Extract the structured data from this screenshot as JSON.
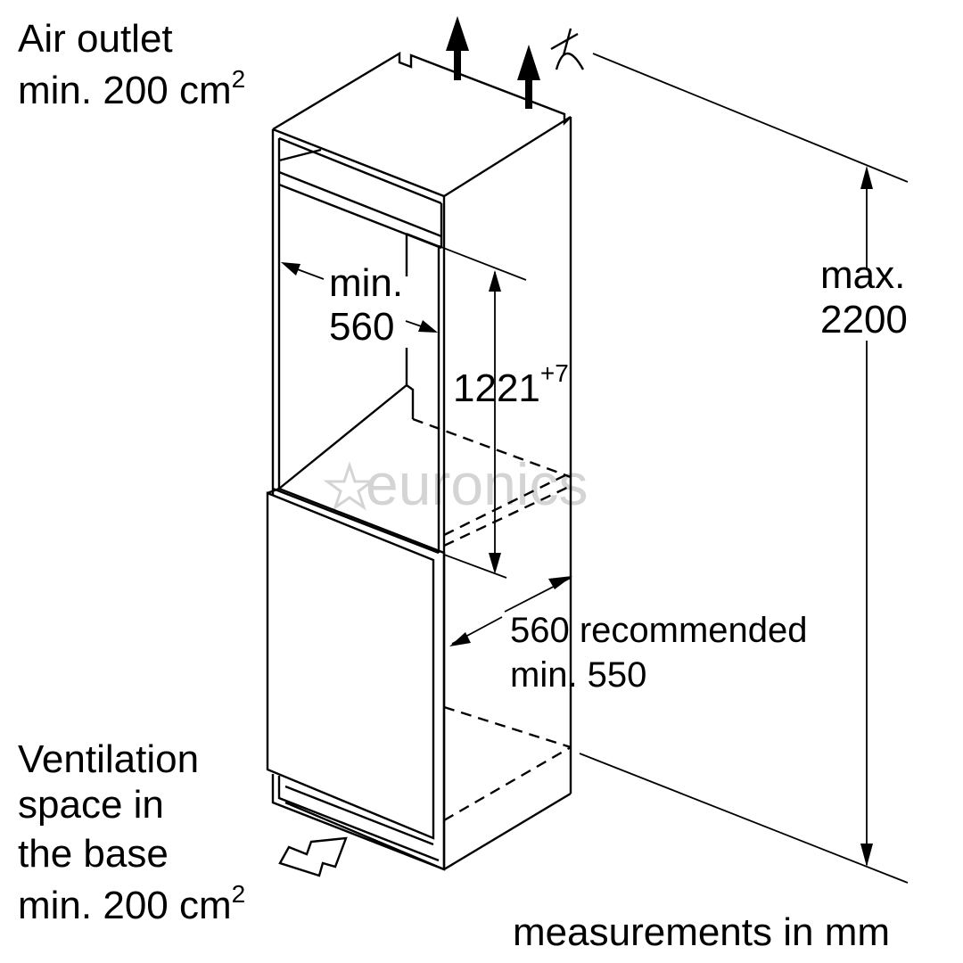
{
  "labels": {
    "air_outlet_line1": "Air outlet",
    "air_outlet_line2": "min. 200 cm",
    "air_outlet_sup": "2",
    "width_min_line1": "min.",
    "width_min_line2": "560",
    "niche_height_main": "1221",
    "niche_height_tolerance": "+7",
    "max_height_line1": "max.",
    "max_height_line2": "2200",
    "depth_line1": "560 recommended",
    "depth_line2": "min. 550",
    "ventilation_line1": "Ventilation",
    "ventilation_line2": "space in",
    "ventilation_line3": "the base",
    "ventilation_line4": "min. 200 cm",
    "ventilation_sup": "2",
    "units_note": "measurements in mm"
  },
  "watermark": {
    "text": "euronics",
    "color": "#d4d4d4"
  },
  "icons": {
    "air_out_arrows": "arrow-up-icon",
    "air_in_arrow": "arrow-right-icon",
    "ceiling_symbol": "ceiling-mark-icon",
    "watermark_star": "star-icon"
  },
  "colors": {
    "line": "#000000",
    "background": "#ffffff"
  }
}
